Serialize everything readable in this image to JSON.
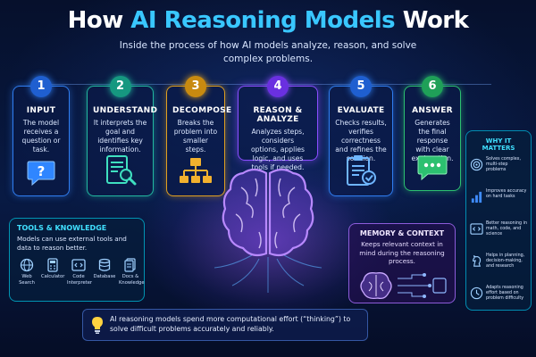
{
  "header": {
    "title_prefix": "How ",
    "title_highlight": "AI Reasoning Models",
    "title_suffix": " Work",
    "subtitle": "Inside the process of how AI models analyze, reason, and solve complex problems."
  },
  "steps": [
    {
      "number": "1",
      "title": "INPUT",
      "description": "The model receives a question or task.",
      "icon": "question-speech-bubble-icon",
      "color": "#2f7df0"
    },
    {
      "number": "2",
      "title": "UNDERSTAND",
      "description": "It interprets the goal and identifies key information.",
      "icon": "document-magnifier-icon",
      "color": "#22b8a0"
    },
    {
      "number": "3",
      "title": "DECOMPOSE",
      "description": "Breaks the problem into smaller steps.",
      "icon": "hierarchy-tree-icon",
      "color": "#e0a020"
    },
    {
      "number": "4",
      "title": "REASON & ANALYZE",
      "description": "Analyzes steps, considers options, applies logic, and uses tools if needed.",
      "icon": "brain-icon",
      "color": "#8a4dff"
    },
    {
      "number": "5",
      "title": "EVALUATE",
      "description": "Checks results, verifies correctness and refines the solution.",
      "icon": "clipboard-check-icon",
      "color": "#2f7df0"
    },
    {
      "number": "6",
      "title": "ANSWER",
      "description": "Generates the final response with clear explanation.",
      "icon": "chat-bubble-icon",
      "color": "#2cc070"
    }
  ],
  "tools_knowledge": {
    "title": "TOOLS & KNOWLEDGE",
    "description": "Models can use external tools and data to reason better.",
    "items": [
      {
        "label": "Web Search",
        "icon": "globe-icon"
      },
      {
        "label": "Calculator",
        "icon": "calculator-icon"
      },
      {
        "label": "Code Interpreter",
        "icon": "code-icon"
      },
      {
        "label": "Database",
        "icon": "database-icon"
      },
      {
        "label": "Docs & Knowledge",
        "icon": "documents-icon"
      }
    ]
  },
  "memory_context": {
    "title": "MEMORY & CONTEXT",
    "description": "Keeps relevant context in mind during the reasoning process."
  },
  "why_it_matters": {
    "title": "WHY IT MATTERS",
    "items": [
      {
        "text": "Solves complex, multi-step problems",
        "icon": "target-icon"
      },
      {
        "text": "Improves accuracy on hard tasks",
        "icon": "bar-chart-icon"
      },
      {
        "text": "Better reasoning in math, code, and science",
        "icon": "code-icon"
      },
      {
        "text": "Helps in planning, decision-making, and research",
        "icon": "chess-knight-icon"
      },
      {
        "text": "Adapts reasoning effort based on problem difficulty",
        "icon": "clock-icon"
      }
    ]
  },
  "footer": {
    "text": "AI reasoning models spend more computational effort (“thinking”) to solve difficult problems accurately and reliably.",
    "icon": "lightbulb-icon"
  }
}
